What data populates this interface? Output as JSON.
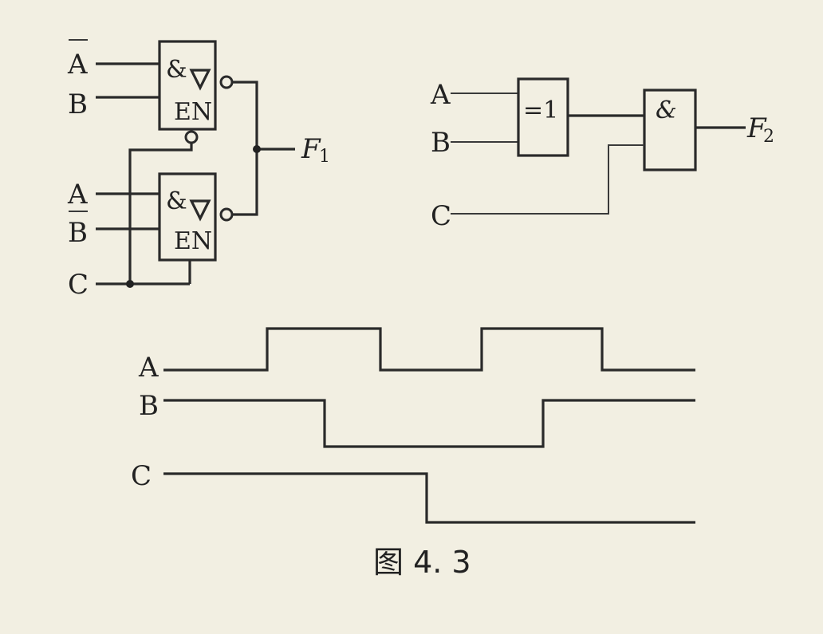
{
  "circuit1": {
    "gate_top": {
      "symbol": "&",
      "enable": "EN",
      "inputs": [
        "A",
        "B"
      ],
      "input_bar": [
        true,
        false
      ]
    },
    "gate_bottom": {
      "symbol": "&",
      "enable": "EN",
      "inputs": [
        "A",
        "B"
      ],
      "input_bar": [
        false,
        true
      ]
    },
    "control_input": "C",
    "output": {
      "letter": "F",
      "index": "1"
    }
  },
  "circuit2": {
    "xor_symbol": "=1",
    "and_symbol": "&",
    "inputs": [
      "A",
      "B",
      "C"
    ],
    "output": {
      "letter": "F",
      "index": "2"
    }
  },
  "timing": {
    "labels": [
      "A",
      "B",
      "C"
    ]
  },
  "caption": "图 4. 3"
}
